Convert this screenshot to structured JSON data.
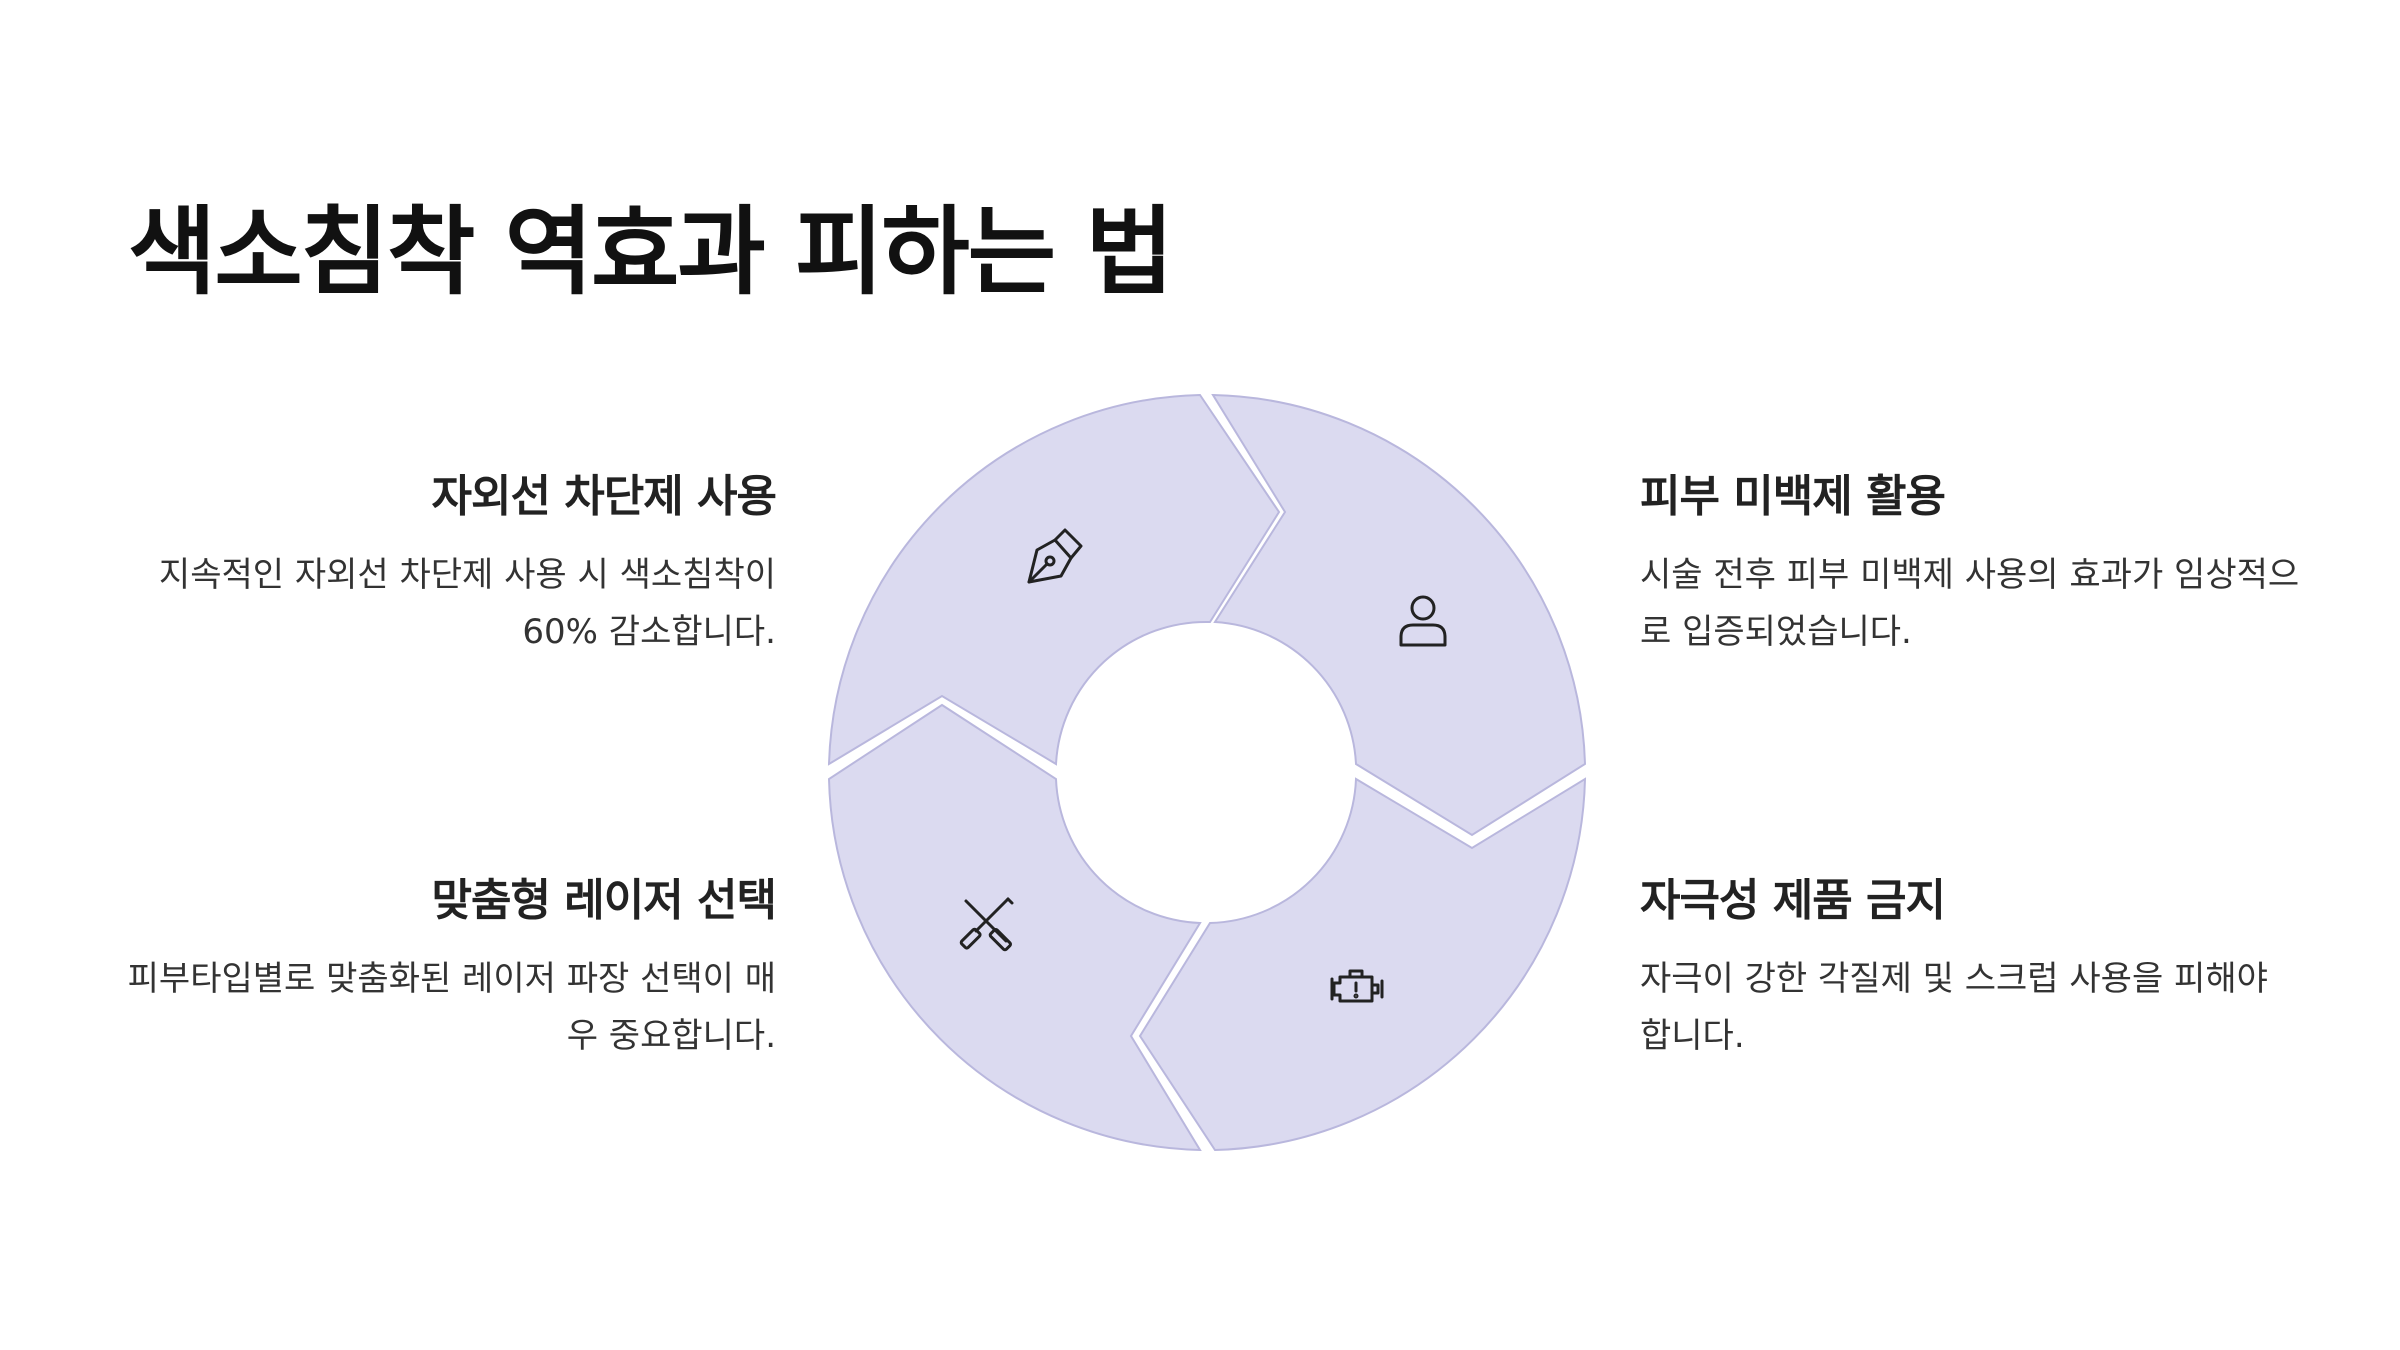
{
  "title": "색소침착 역효과 피하는 법",
  "items": [
    {
      "heading": "자외선 차단제 사용",
      "text": "지속적인 자외선 차단제 사용 시 색소침착이 60% 감소합니다.",
      "icon": "pen-nib-icon"
    },
    {
      "heading": "피부 미백제 활용",
      "text": "시술 전후 피부 미백제 사용의 효과가 임상적으로 입증되었습니다.",
      "icon": "person-icon"
    },
    {
      "heading": "맞춤형 레이저 선택",
      "text": "피부타입별로 맞춤화된 레이저 파장 선택이 매우 중요합니다.",
      "icon": "crossed-tools-icon"
    },
    {
      "heading": "자극성 제품 금지",
      "text": "자극이 강한 각질제 및 스크럽 사용을 피해야 합니다.",
      "icon": "engine-warning-icon"
    }
  ],
  "colors": {
    "segment_fill": "#dbdaf0",
    "segment_stroke": "#b9b7dd"
  }
}
